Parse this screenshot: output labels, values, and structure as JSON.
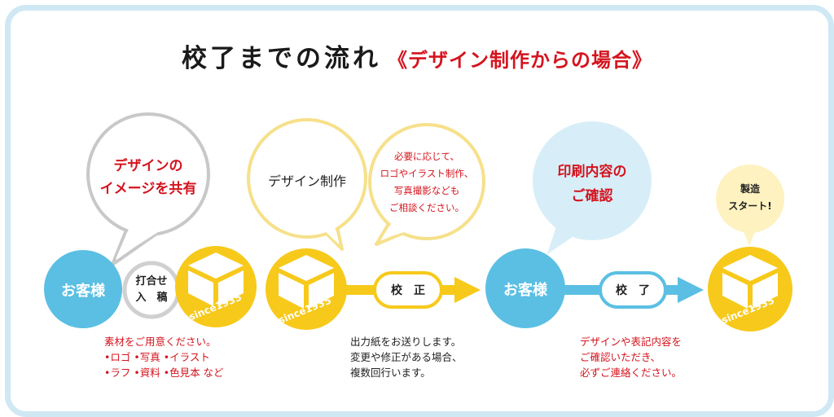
{
  "title": {
    "main": "校了までの流れ",
    "sub": "《デザイン制作からの場合》"
  },
  "colors": {
    "blue": "#5bbfe3",
    "yellow": "#f7c91b",
    "red": "#d4141e",
    "light_blue_bubble": "#d7eef8",
    "gray_ring": "#c8c8c8",
    "yellow_ring": "#f6e08a",
    "frame": "#cfe8f4"
  },
  "bubbles": {
    "share": {
      "line1": "デザインの",
      "line2": "イメージを共有"
    },
    "design": {
      "text": "デザイン制作"
    },
    "options": {
      "line1": "必要に応じて、",
      "line2": "ロゴやイラスト制作、",
      "line3": "写真撮影なども",
      "line4": "ご相談ください。"
    },
    "confirm": {
      "line1": "印刷内容の",
      "line2": "ご確認"
    },
    "start": {
      "line1": "製造",
      "line2": "スタート!"
    }
  },
  "nodes": {
    "customer1": "お客様",
    "meeting": {
      "line1": "打合せ",
      "line2": "入　稿"
    },
    "proof": "校　正",
    "customer2": "お客様",
    "final": "校　了",
    "since_label": "since1935",
    "box_icon": "box-icon"
  },
  "notes": {
    "left": {
      "line1": "素材をご用意ください。",
      "line2": "•ロゴ •写真 •イラスト",
      "line3": "•ラフ •資料 •色見本 など"
    },
    "middle": {
      "line1": "出力紙をお送りします。",
      "line2": "変更や修正がある場合、",
      "line3": "複数回行います。"
    },
    "right": {
      "line1": "デザインや表記内容を",
      "line2": "ご確認いただき、",
      "line3": "必ずご連絡ください。"
    }
  }
}
